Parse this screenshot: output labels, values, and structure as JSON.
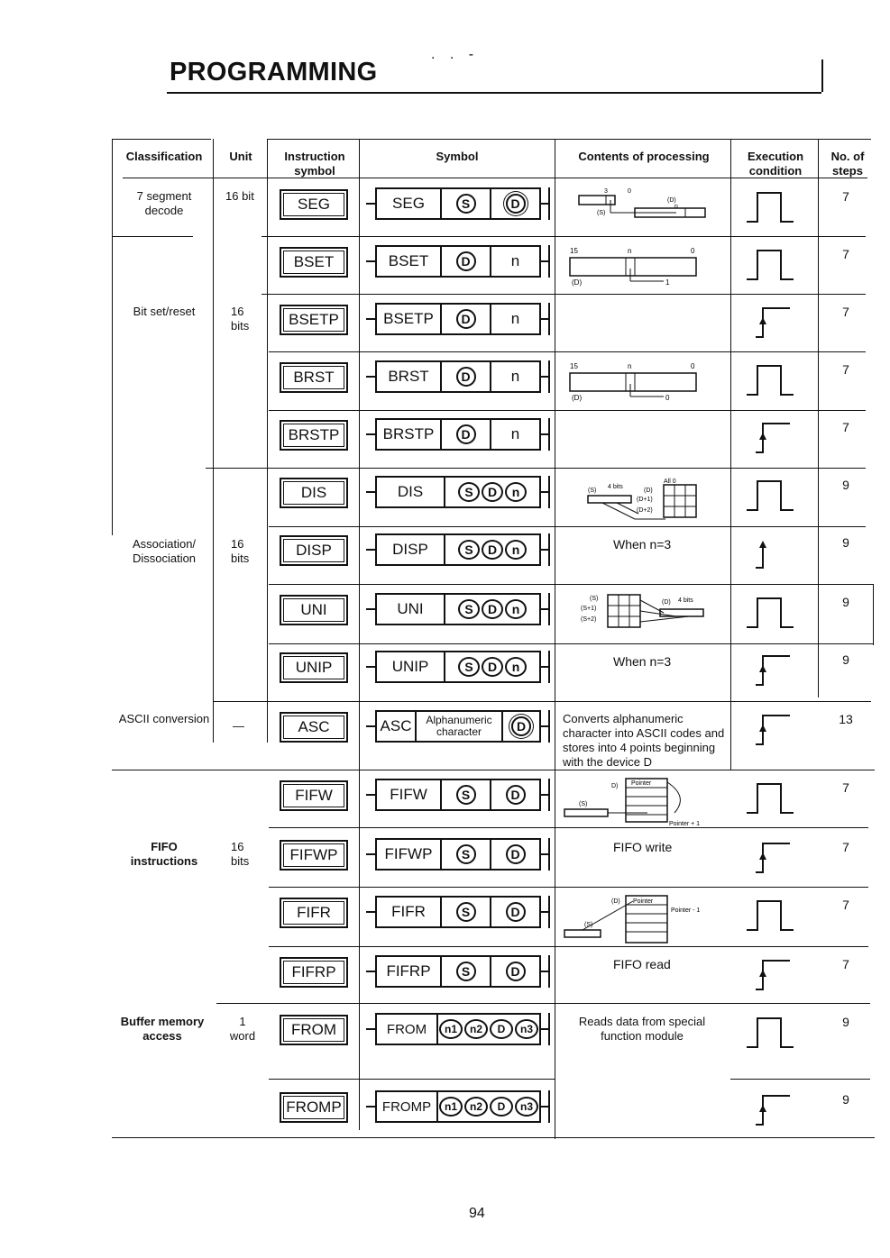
{
  "header": {
    "title": "PROGRAMMING",
    "marks": ". . -"
  },
  "columns": {
    "classification": "Classification",
    "unit": "Unit",
    "instruction": "Instruction symbol",
    "symbol": "Symbol",
    "contents": "Contents of processing",
    "execution": "Execution condition",
    "steps": "No. of steps"
  },
  "groups": [
    {
      "classification": "7 segment decode",
      "unit": "16 bit"
    },
    {
      "classification": "Bit set/reset",
      "unit": "16 bits"
    },
    {
      "classification": "Association/ Dissociation",
      "unit": "16 bits"
    },
    {
      "classification": "ASCII conversion",
      "unit": "—"
    },
    {
      "classification": "FIFO instructions",
      "unit": "16 bits"
    },
    {
      "classification": "Buffer memory access",
      "unit": "1 word"
    }
  ],
  "rows": [
    {
      "instruction": "SEG",
      "symbol_name": "SEG",
      "operands": [
        "S",
        "D"
      ],
      "execution": "pulse-once",
      "steps": "7",
      "processing": "(S) bits 3..0 decoded to (D) bit n..0"
    },
    {
      "instruction": "BSET",
      "symbol_name": "BSET",
      "operands": [
        "D",
        "n"
      ],
      "execution": "pulse-once",
      "steps": "7",
      "processing": "15 n 0 (D) 1"
    },
    {
      "instruction": "BSETP",
      "symbol_name": "BSETP",
      "operands": [
        "D",
        "n"
      ],
      "execution": "rising-edge",
      "steps": "7",
      "processing": ""
    },
    {
      "instruction": "BRST",
      "symbol_name": "BRST",
      "operands": [
        "D",
        "n"
      ],
      "execution": "pulse-once",
      "steps": "7",
      "processing": "15 n 0 (D) 0"
    },
    {
      "instruction": "BRSTP",
      "symbol_name": "BRSTP",
      "operands": [
        "D",
        "n"
      ],
      "execution": "rising-edge",
      "steps": "7",
      "processing": ""
    },
    {
      "instruction": "DIS",
      "symbol_name": "DIS",
      "operands": [
        "S",
        "D",
        "n"
      ],
      "execution": "pulse-once",
      "steps": "9",
      "processing": "(S) 4 bits (D) (D+1) (D+2) All 0"
    },
    {
      "instruction": "DISP",
      "symbol_name": "DISP",
      "operands": [
        "S",
        "D",
        "n"
      ],
      "execution": "rising-arrow",
      "steps": "9",
      "processing": "When n=3"
    },
    {
      "instruction": "UNI",
      "symbol_name": "UNI",
      "operands": [
        "S",
        "D",
        "n"
      ],
      "execution": "pulse-once",
      "steps": "9",
      "processing": "(S) (S+1) (S+2) (D) 4 bits"
    },
    {
      "instruction": "UNIP",
      "symbol_name": "UNIP",
      "operands": [
        "S",
        "D",
        "n"
      ],
      "execution": "rising-edge",
      "steps": "9",
      "processing": "When n=3"
    },
    {
      "instruction": "ASC",
      "symbol_name": "ASC",
      "operands": [
        "Alphanumeric character",
        "D"
      ],
      "execution": "rising-edge",
      "steps": "13",
      "processing": "Converts alphanumeric character into ASCII codes and stores into 4 points beginning with the device D"
    },
    {
      "instruction": "FIFW",
      "symbol_name": "FIFW",
      "operands": [
        "S",
        "D"
      ],
      "execution": "pulse-once",
      "steps": "7",
      "processing": "(D) Pointer (S) Pointer + 1"
    },
    {
      "instruction": "FIFWP",
      "symbol_name": "FIFWP",
      "operands": [
        "S",
        "D"
      ],
      "execution": "rising-edge",
      "steps": "7",
      "processing": "FIFO write"
    },
    {
      "instruction": "FIFR",
      "symbol_name": "FIFR",
      "operands": [
        "S",
        "D"
      ],
      "execution": "pulse-once",
      "steps": "7",
      "processing": "(D) Pointer Pointer - 1 (S)"
    },
    {
      "instruction": "FIFRP",
      "symbol_name": "FIFRP",
      "operands": [
        "S",
        "D"
      ],
      "execution": "rising-edge",
      "steps": "7",
      "processing": "FIFO read"
    },
    {
      "instruction": "FROM",
      "symbol_name": "FROM",
      "operands": [
        "n1",
        "n2",
        "D",
        "n3"
      ],
      "execution": "pulse-once",
      "steps": "9",
      "processing": "Reads data from special function module"
    },
    {
      "instruction": "FROMP",
      "symbol_name": "FROMP",
      "operands": [
        "n1",
        "n2",
        "D",
        "n3"
      ],
      "execution": "rising-edge",
      "steps": "9",
      "processing": ""
    }
  ],
  "diagram_labels": {
    "seg_s": "(S)",
    "seg_d": "(D)",
    "seg_3": "3",
    "seg_0": "0",
    "seg_n": "n",
    "b15": "15",
    "bn": "n",
    "b0": "0",
    "bD": "(D)",
    "b1": "1",
    "b0v": "0",
    "dis_s": "(S)",
    "dis_4": "4 bits",
    "dis_d": "(D)",
    "dis_d1": "(D+1)",
    "dis_d2": "(D+2)",
    "dis_all0": "All 0",
    "uni_s": "(S)",
    "uni_s1": "(S+1)",
    "uni_s2": "(S+2)",
    "uni_d": "(D)",
    "uni_4": "4 bits",
    "fifw_d": "D)",
    "fifw_ptr": "Pointer",
    "fifw_s": "(S)",
    "fifw_p1": "Pointer + 1",
    "fifr_d": "(D)",
    "fifr_ptr": "Pointer",
    "fifr_p1": "Pointer - 1",
    "fifr_s": "(S)"
  },
  "footer": {
    "page": "94"
  }
}
